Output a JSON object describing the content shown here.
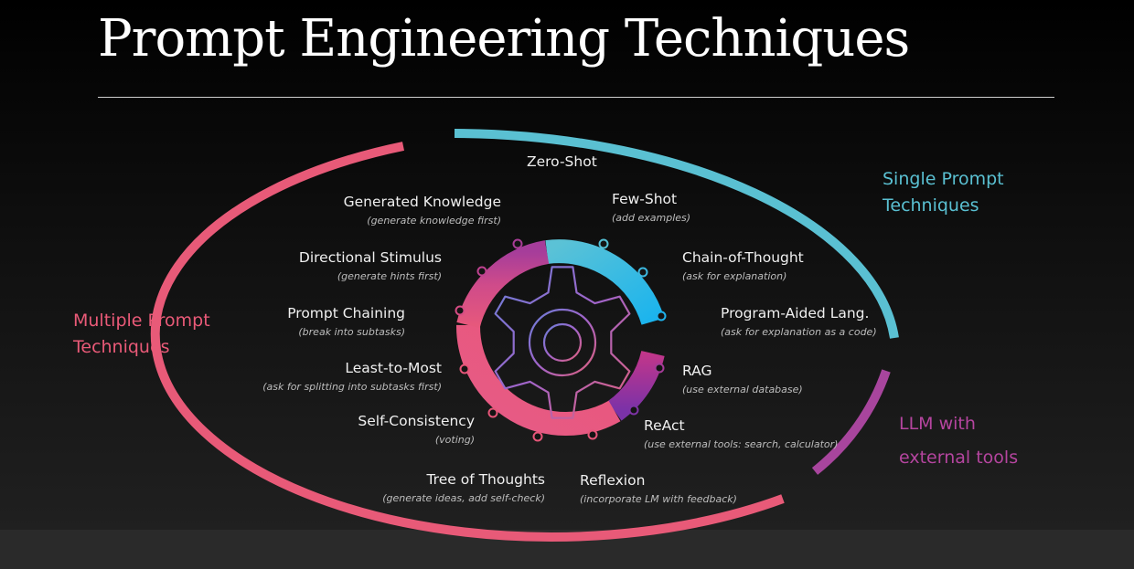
{
  "title": "Prompt Engineering Techniques",
  "categories": {
    "single": {
      "line1": "Single Prompt",
      "line2": "Techniques",
      "color": "#5ac0d2"
    },
    "multiple": {
      "line1": "Multiple Prompt",
      "line2": "Techniques",
      "color": "#ea5a78"
    },
    "external": {
      "line1": "LLM with",
      "line2": "external tools",
      "color": "#b5459f"
    }
  },
  "techniques": [
    {
      "name": "Zero-Shot",
      "desc": ""
    },
    {
      "name": "Few-Shot",
      "desc": "(add examples)"
    },
    {
      "name": "Chain-of-Thought",
      "desc": "(ask for explanation)"
    },
    {
      "name": "Program-Aided Lang.",
      "desc": "(ask for explanation as a code)"
    },
    {
      "name": "RAG",
      "desc": "(use external database)"
    },
    {
      "name": "ReAct",
      "desc": "(use external tools: search, calculator)"
    },
    {
      "name": "Reflexion",
      "desc": "(incorporate LM with feedback)"
    },
    {
      "name": "Tree of Thoughts",
      "desc": "(generate ideas, add self-check)"
    },
    {
      "name": "Self-Consistency",
      "desc": "(voting)"
    },
    {
      "name": "Least-to-Most",
      "desc": "(ask for splitting into subtasks first)"
    },
    {
      "name": "Prompt Chaining",
      "desc": "(break into subtasks)"
    },
    {
      "name": "Directional Stimulus",
      "desc": "(generate hints first)"
    },
    {
      "name": "Generated Knowledge",
      "desc": "(generate knowledge first)"
    }
  ],
  "icons": {
    "center": "gear-icon"
  }
}
